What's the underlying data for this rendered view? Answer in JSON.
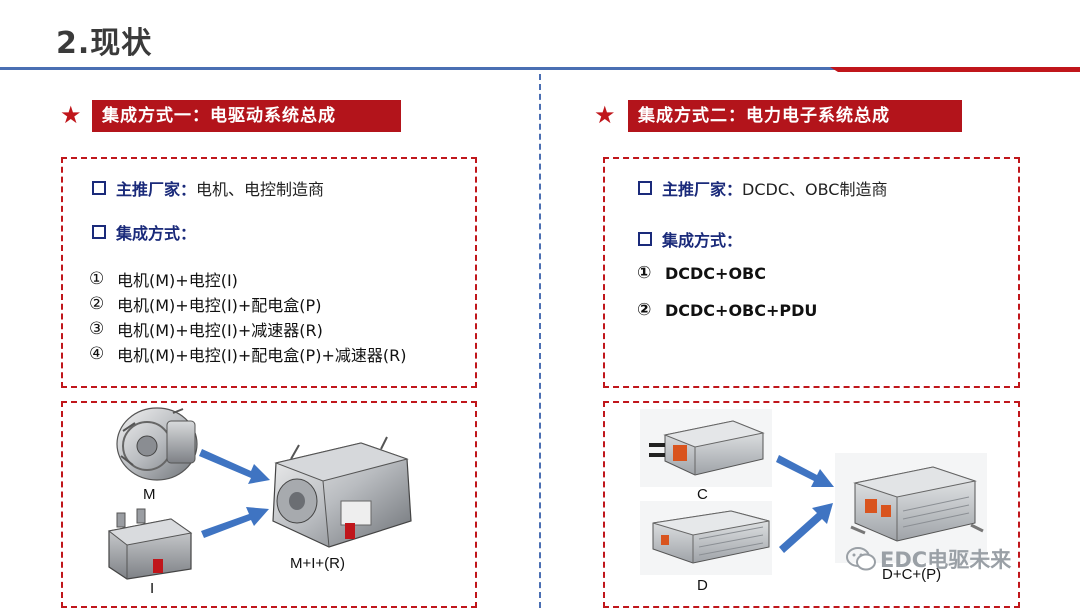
{
  "header": {
    "title": "2.现状"
  },
  "left": {
    "heading": "集成方式一：电驱动系统总成",
    "vendors_label": "主推厂家：",
    "vendors_value": "电机、电控制造商",
    "method_label": "集成方式：",
    "options": [
      {
        "num": "①",
        "text": "电机(M)+电控(I)"
      },
      {
        "num": "②",
        "text": "电机(M)+电控(I)+配电盒(P)"
      },
      {
        "num": "③",
        "text": "电机(M)+电控(I)+减速器(R)"
      },
      {
        "num": "④",
        "text": "电机(M)+电控(I)+配电盒(P)+减速器(R)"
      }
    ],
    "diagram": {
      "m_label": "M",
      "i_label": "I",
      "result_label": "M+I+(R)"
    }
  },
  "right": {
    "heading": "集成方式二：电力电子系统总成",
    "vendors_label": "主推厂家：",
    "vendors_value": "DCDC、OBC制造商",
    "method_label": "集成方式：",
    "options": [
      {
        "num": "①",
        "text": "DCDC+OBC"
      },
      {
        "num": "②",
        "text": "DCDC+OBC+PDU"
      }
    ],
    "diagram": {
      "c_label": "C",
      "d_label": "D",
      "result_label": "D+C+(P)"
    }
  },
  "watermark": "EDC电驱未来",
  "colors": {
    "accent_red": "#c0161b",
    "accent_blue": "#4a6fb3",
    "text_blue": "#1a2a7a",
    "arrow_blue": "#3f74c2"
  }
}
